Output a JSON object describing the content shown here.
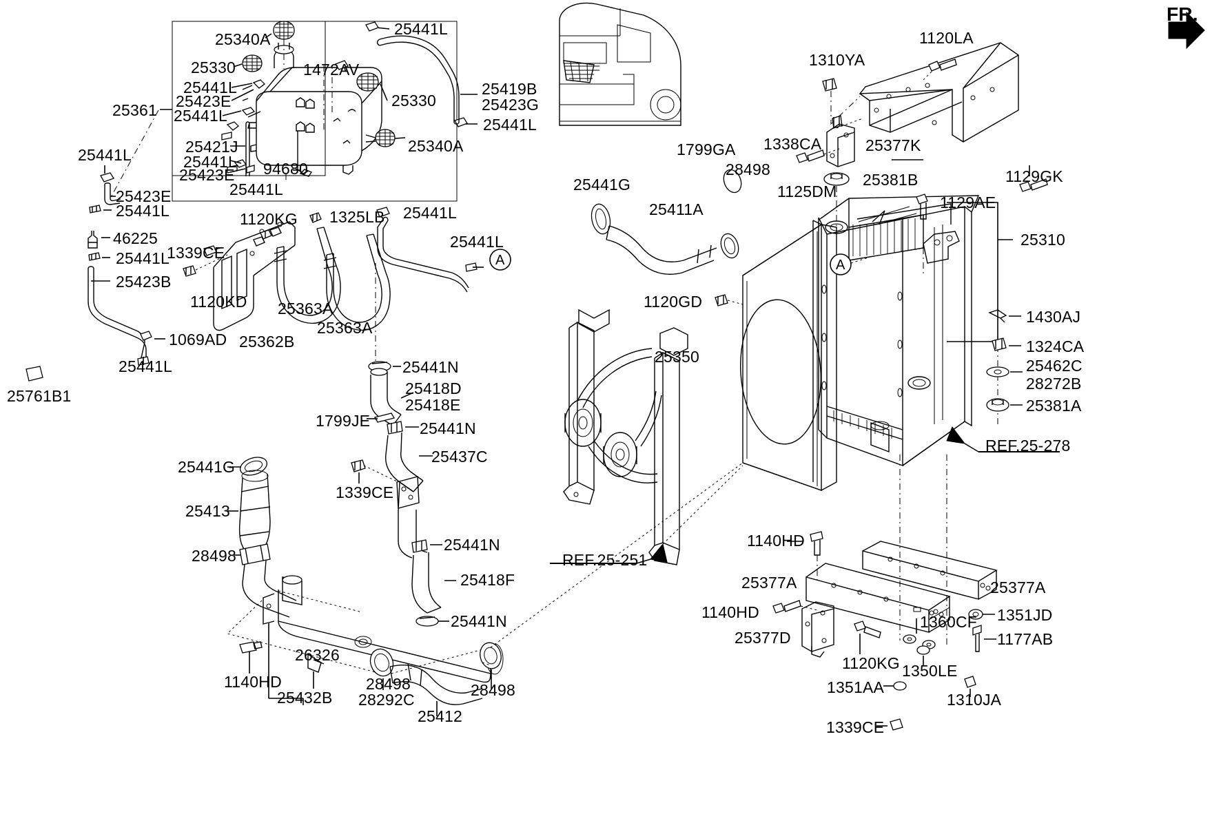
{
  "diagram": {
    "title": "Radiator & Cooling Hose Assembly Exploded Parts Diagram",
    "orientation_marker": "FR.",
    "references": [
      {
        "prefix": "REF.",
        "number": "25-251"
      },
      {
        "prefix": "REF.",
        "number": "25-278"
      }
    ],
    "callout_letters": [
      "A",
      "A"
    ]
  },
  "labels": {
    "reservoir_group": [
      {
        "id": "l1",
        "text": "25340A"
      },
      {
        "id": "l2",
        "text": "25330"
      },
      {
        "id": "l3",
        "text": "25441L"
      },
      {
        "id": "l4",
        "text": "25423E"
      },
      {
        "id": "l5",
        "text": "25441L"
      },
      {
        "id": "l6",
        "text": "25361"
      },
      {
        "id": "l7",
        "text": "25421J"
      },
      {
        "id": "l8",
        "text": "25441L"
      },
      {
        "id": "l9",
        "text": "25423E"
      },
      {
        "id": "l10",
        "text": "94680"
      },
      {
        "id": "l11",
        "text": "25441L"
      },
      {
        "id": "l12",
        "text": "1472AV"
      },
      {
        "id": "l13",
        "text": "25330"
      },
      {
        "id": "l14",
        "text": "25340A"
      },
      {
        "id": "l15",
        "text": "25441L"
      },
      {
        "id": "l16",
        "text": "25419B"
      },
      {
        "id": "l17",
        "text": "25423G"
      },
      {
        "id": "l18",
        "text": "25441L"
      }
    ],
    "left_column": [
      {
        "id": "l19",
        "text": "25441L"
      },
      {
        "id": "l20",
        "text": "25423E"
      },
      {
        "id": "l21",
        "text": "25441L"
      },
      {
        "id": "l22",
        "text": "46225"
      },
      {
        "id": "l23",
        "text": "25441L"
      },
      {
        "id": "l24",
        "text": "25423B"
      },
      {
        "id": "l25",
        "text": "1069AD"
      },
      {
        "id": "l26",
        "text": "25441L"
      },
      {
        "id": "l27",
        "text": "25761B1"
      }
    ],
    "bracket_group": [
      {
        "id": "l28",
        "text": "1120KG"
      },
      {
        "id": "l29",
        "text": "1325LB"
      },
      {
        "id": "l30",
        "text": "25441L"
      },
      {
        "id": "l31",
        "text": "25441L"
      },
      {
        "id": "l32",
        "text": "1339CE"
      },
      {
        "id": "l33",
        "text": "1120KD"
      },
      {
        "id": "l34",
        "text": "25363A"
      },
      {
        "id": "l35",
        "text": "25363A"
      },
      {
        "id": "l36",
        "text": "25362B"
      }
    ],
    "center_hoses": [
      {
        "id": "l37",
        "text": "25441N"
      },
      {
        "id": "l38",
        "text": "25418D"
      },
      {
        "id": "l39",
        "text": "25418E"
      },
      {
        "id": "l40",
        "text": "1799JE"
      },
      {
        "id": "l41",
        "text": "25441N"
      },
      {
        "id": "l42",
        "text": "25437C"
      },
      {
        "id": "l43",
        "text": "1339CE"
      },
      {
        "id": "l44",
        "text": "25441N"
      },
      {
        "id": "l45",
        "text": "25418F"
      },
      {
        "id": "l46",
        "text": "25441N"
      }
    ],
    "lower_left": [
      {
        "id": "l47",
        "text": "25441G"
      },
      {
        "id": "l48",
        "text": "25413"
      },
      {
        "id": "l49",
        "text": "28498"
      },
      {
        "id": "l50",
        "text": "1140HD"
      },
      {
        "id": "l51",
        "text": "26326"
      },
      {
        "id": "l52",
        "text": "25432B"
      },
      {
        "id": "l53",
        "text": "28498"
      },
      {
        "id": "l54",
        "text": "28292C"
      },
      {
        "id": "l55",
        "text": "25412"
      },
      {
        "id": "l56",
        "text": "28498"
      }
    ],
    "upper_hose_right": [
      {
        "id": "l57",
        "text": "25441G"
      },
      {
        "id": "l58",
        "text": "25411A"
      },
      {
        "id": "l59",
        "text": "1799GA"
      },
      {
        "id": "l60",
        "text": "28498"
      },
      {
        "id": "l61",
        "text": "1125DM"
      },
      {
        "id": "l62",
        "text": "1120GD"
      },
      {
        "id": "l63",
        "text": "25350"
      }
    ],
    "frame_group": [
      {
        "id": "l64",
        "text": "1120LA"
      },
      {
        "id": "l65",
        "text": "1310YA"
      },
      {
        "id": "l66",
        "text": "1338CA"
      },
      {
        "id": "l67",
        "text": "25377K"
      },
      {
        "id": "l68",
        "text": "25381B"
      },
      {
        "id": "l69",
        "text": "1129GK"
      },
      {
        "id": "l70",
        "text": "1129AE"
      },
      {
        "id": "l71",
        "text": "25310"
      },
      {
        "id": "l72",
        "text": "1430AJ"
      },
      {
        "id": "l73",
        "text": "1324CA"
      },
      {
        "id": "l74",
        "text": "25462C"
      },
      {
        "id": "l75",
        "text": "28272B"
      },
      {
        "id": "l76",
        "text": "25381A"
      }
    ],
    "lower_right": [
      {
        "id": "l77",
        "text": "1140HD"
      },
      {
        "id": "l78",
        "text": "25377A"
      },
      {
        "id": "l79",
        "text": "25377A"
      },
      {
        "id": "l80",
        "text": "1140HD"
      },
      {
        "id": "l81",
        "text": "25377D"
      },
      {
        "id": "l82",
        "text": "1120KG"
      },
      {
        "id": "l83",
        "text": "1360CF"
      },
      {
        "id": "l84",
        "text": "1351JD"
      },
      {
        "id": "l85",
        "text": "1177AB"
      },
      {
        "id": "l86",
        "text": "1350LE"
      },
      {
        "id": "l87",
        "text": "1351AA"
      },
      {
        "id": "l88",
        "text": "1310JA"
      },
      {
        "id": "l89",
        "text": "1339CE"
      }
    ]
  }
}
